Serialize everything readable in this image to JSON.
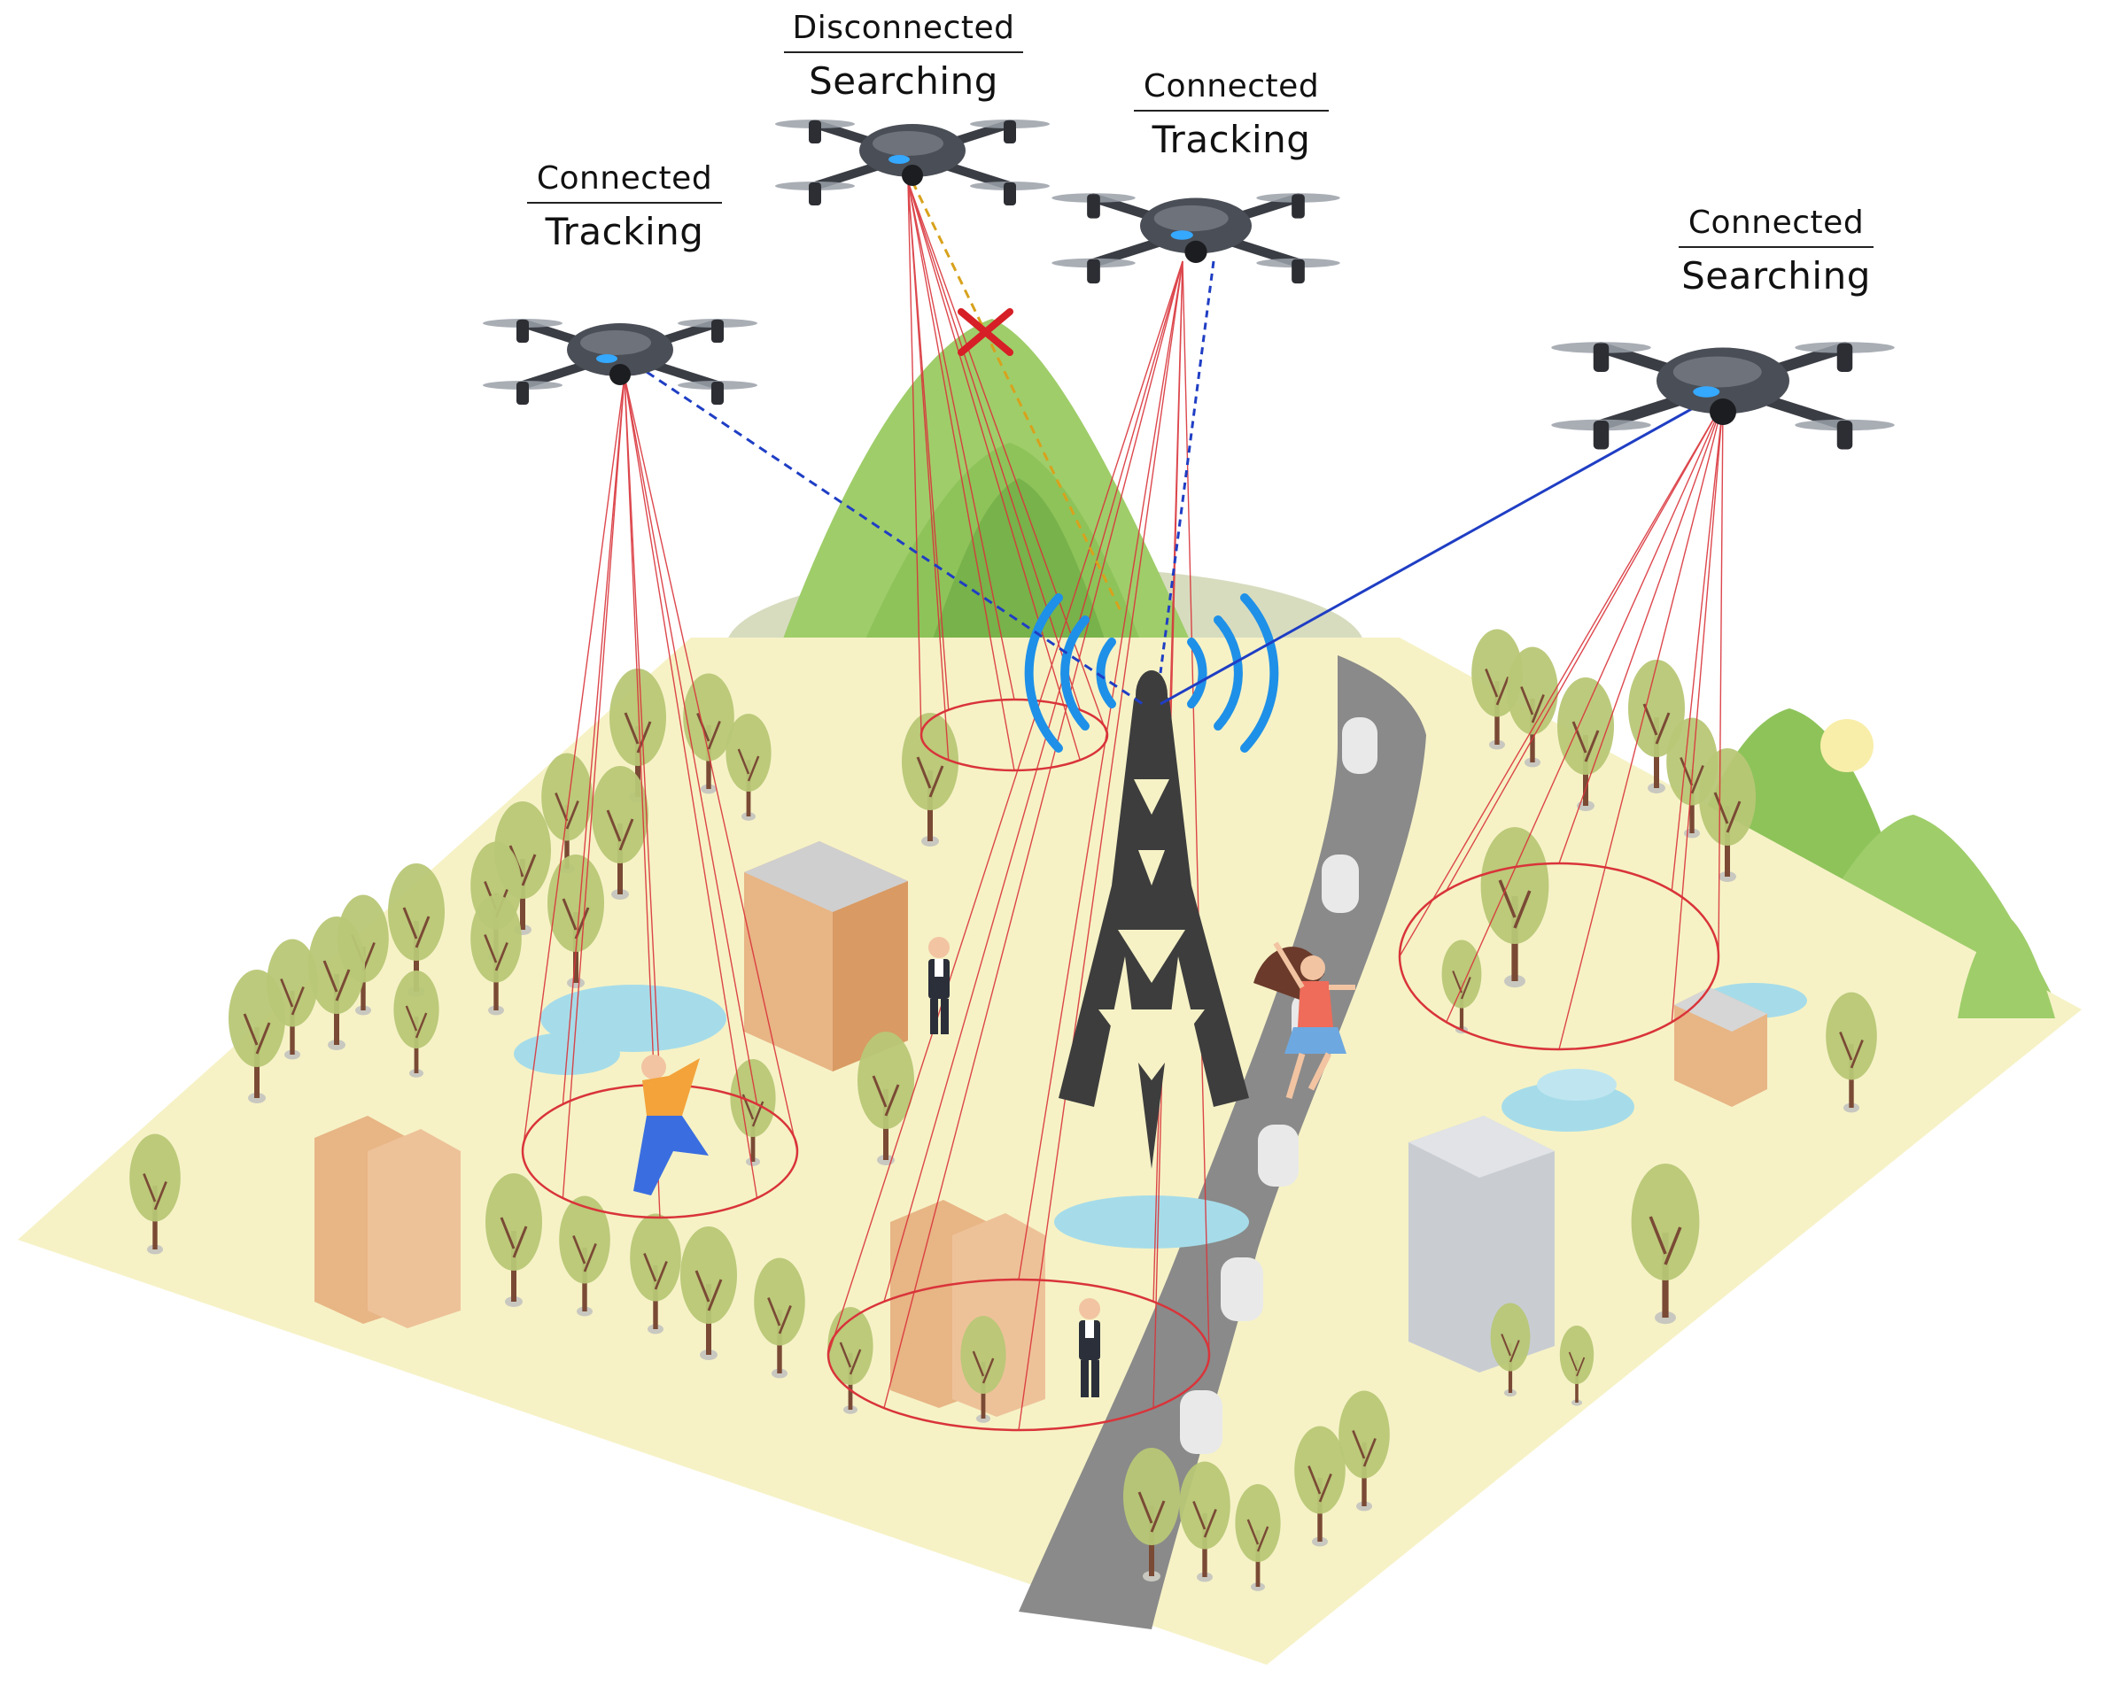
{
  "uavs": [
    {
      "id": "uav-1",
      "connection": "Connected",
      "mode": "Tracking",
      "link": "connected"
    },
    {
      "id": "uav-2",
      "connection": "Disconnected",
      "mode": "Searching",
      "link": "disconnected"
    },
    {
      "id": "uav-3",
      "connection": "Connected",
      "mode": "Tracking",
      "link": "connected"
    },
    {
      "id": "uav-4",
      "connection": "Connected",
      "mode": "Searching",
      "link": "connected"
    }
  ],
  "colors": {
    "ground": "#f6f2c6",
    "road": "#8a8a8a",
    "road_marking": "#e9e9e9",
    "mountain": "#9fcd6a",
    "mountain_dark": "#78b24a",
    "coverage_ray": "#d9343a",
    "link_connected": "#1f3ec4",
    "link_disconnected": "#d8a21c",
    "link_fail_mark": "#d61f26",
    "signal": "#1e90e8",
    "tower": "#3d3d3d",
    "water": "#a6dce9",
    "building": "#e8b585",
    "tree": "#b8c776",
    "trunk": "#7a4a35",
    "sun": "#f8eeaa"
  },
  "icons": {
    "tower": "cell-tower-icon",
    "signal": "wireless-signal-icon",
    "fail": "link-failure-x-icon",
    "drone": "drone-icon"
  }
}
